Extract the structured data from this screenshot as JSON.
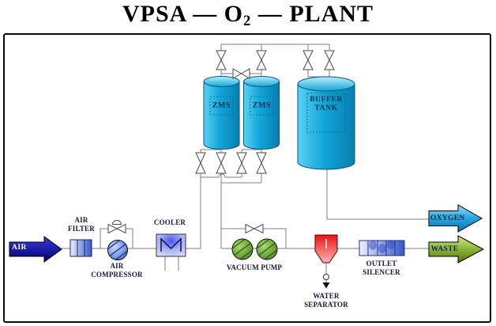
{
  "title": {
    "part1": "VPSA — O",
    "subscript": "2",
    "part2": " — PLANT"
  },
  "flows": {
    "air_in": "AIR",
    "oxygen_out": "OXYGEN",
    "waste_out": "WASTE"
  },
  "equipment": {
    "air_filter": {
      "line1": "AIR",
      "line2": "FILTER"
    },
    "air_compressor": {
      "line1": "AIR",
      "line2": "COMPRESSOR"
    },
    "cooler": {
      "label": "COOLER"
    },
    "zms_vessel_1": {
      "label": "ZMS"
    },
    "zms_vessel_2": {
      "label": "ZMS"
    },
    "buffer_tank": {
      "line1": "BUFFER",
      "line2": "TANK"
    },
    "vacuum_pump": {
      "label": "VACUUM PUMP"
    },
    "water_separator": {
      "line1": "WATER",
      "line2": "SEPARATOR"
    },
    "outlet_silencer": {
      "line1": "OUTLET",
      "line2": "SILENCER"
    }
  },
  "colors": {
    "pipe": "#7f7f7f",
    "vessel_cyan": "#12a5da",
    "air_arrow_navy": "#0000a0",
    "oxygen_arrow_blue": "#2aa6dd",
    "waste_arrow_green": "#8cb33a",
    "pump_green": "#6fae2d",
    "compressor_blue": "#5b7fdc",
    "separator_red": "#ee2222",
    "cooler_lavender": "#c9cef7",
    "silencer_lavender": "#c6cdf5",
    "label_ink": "#14143c"
  }
}
